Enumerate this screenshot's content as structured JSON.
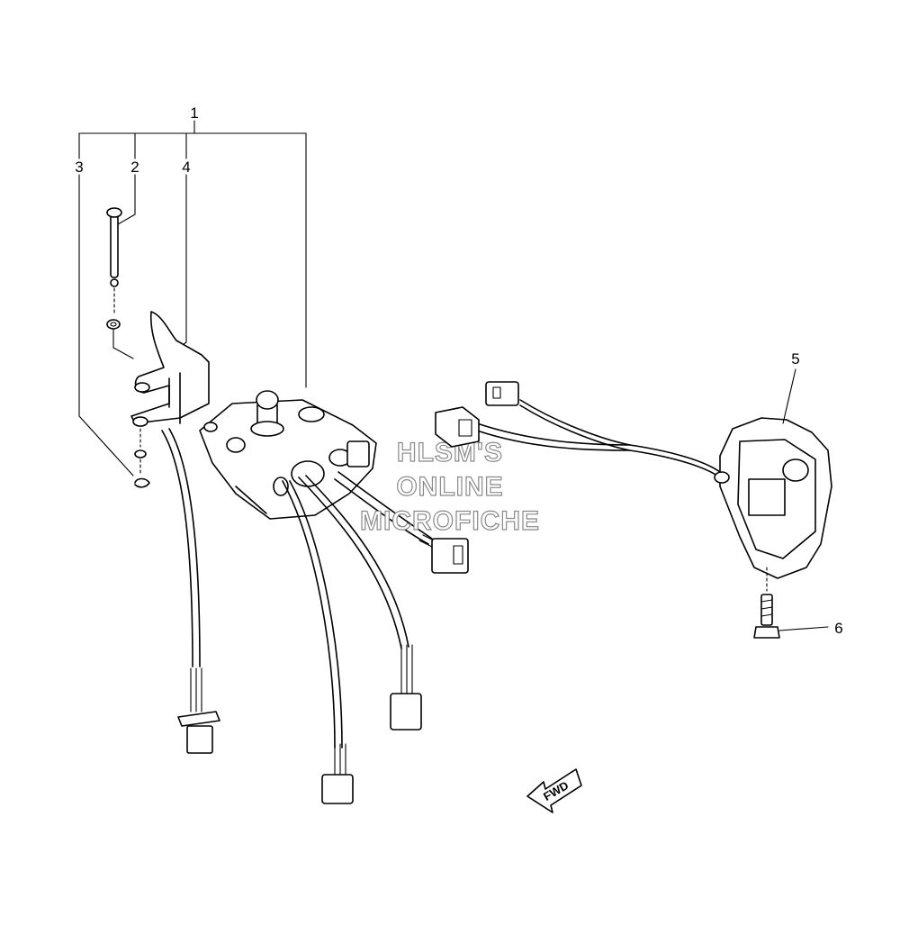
{
  "callouts": {
    "c1": "1",
    "c2": "2",
    "c3": "3",
    "c4": "4",
    "c5": "5",
    "c6": "6"
  },
  "watermark": {
    "line1": "HLSM'S",
    "line2": "ONLINE",
    "line3": "MICROFICHE"
  },
  "direction_marker": {
    "label": "FWD",
    "icon": "arrow-left-icon"
  }
}
